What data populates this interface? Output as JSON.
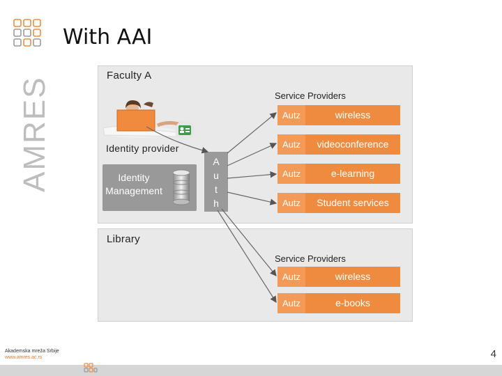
{
  "slide": {
    "title": "With AAI",
    "page_number": "4"
  },
  "brand": {
    "vertical_text": "AMRES",
    "footer_org": "Akademska mreža Srbije",
    "footer_url": "www.amres.ac.rs",
    "accent_color": "#ef8b3f"
  },
  "faculty": {
    "label": "Faculty  A",
    "identity_provider_label": "Identity provider",
    "idm_label_line1": "Identity",
    "idm_label_line2": "Management",
    "auth_letters": [
      "A",
      "u",
      "t",
      "h"
    ],
    "service_providers_label": "Service Providers",
    "services": [
      {
        "autz": "Autz",
        "name": "wireless"
      },
      {
        "autz": "Autz",
        "name": "videoconference"
      },
      {
        "autz": "Autz",
        "name": "e-learning"
      },
      {
        "autz": "Autz",
        "name": "Student services"
      }
    ]
  },
  "library": {
    "label": "Library",
    "service_providers_label": "Service Providers",
    "services": [
      {
        "autz": "Autz",
        "name": "wireless"
      },
      {
        "autz": "Autz",
        "name": "e-books"
      }
    ]
  }
}
